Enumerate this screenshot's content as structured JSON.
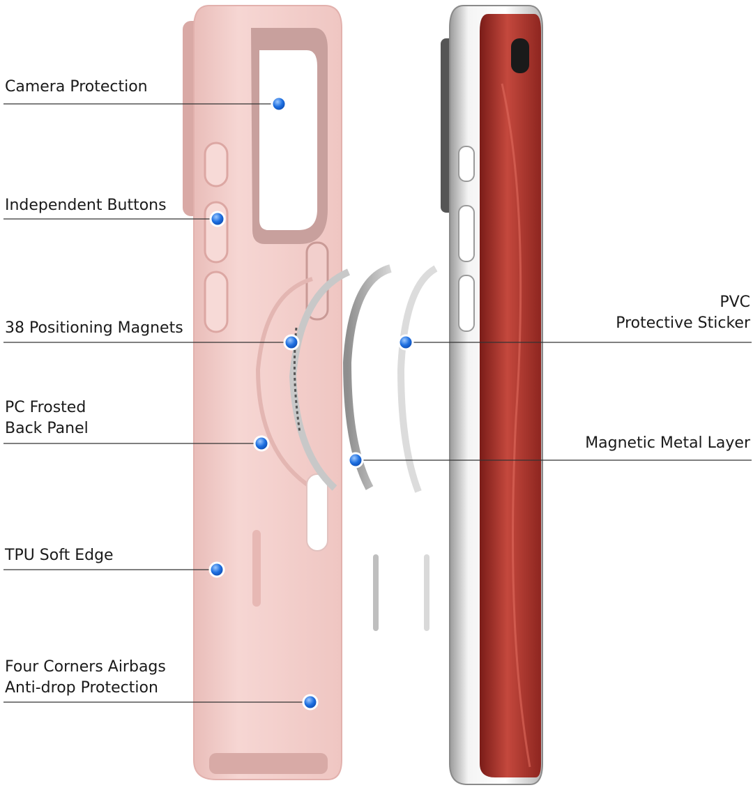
{
  "callouts": {
    "camera": {
      "text": "Camera Protection"
    },
    "buttons": {
      "text": "Independent Buttons"
    },
    "magnets": {
      "text": "38 Positioning Magnets"
    },
    "pc_panel": {
      "line1": "PC Frosted",
      "line2": "Back Panel"
    },
    "tpu_edge": {
      "text": "TPU Soft Edge"
    },
    "corners": {
      "line1": "Four Corners Airbags",
      "line2": "Anti-drop Protection"
    },
    "pvc": {
      "line1": "PVC",
      "line2": "Protective Sticker"
    },
    "metal": {
      "text": "Magnetic Metal Layer"
    }
  },
  "colors": {
    "case_pink": "#f3cfcd",
    "case_edge": "#e9b9b6",
    "frame_silver": "#d9d9d9",
    "screen_red": "#a8332c",
    "marker_blue": "#1e6fe0",
    "leader_line": "#333333"
  }
}
